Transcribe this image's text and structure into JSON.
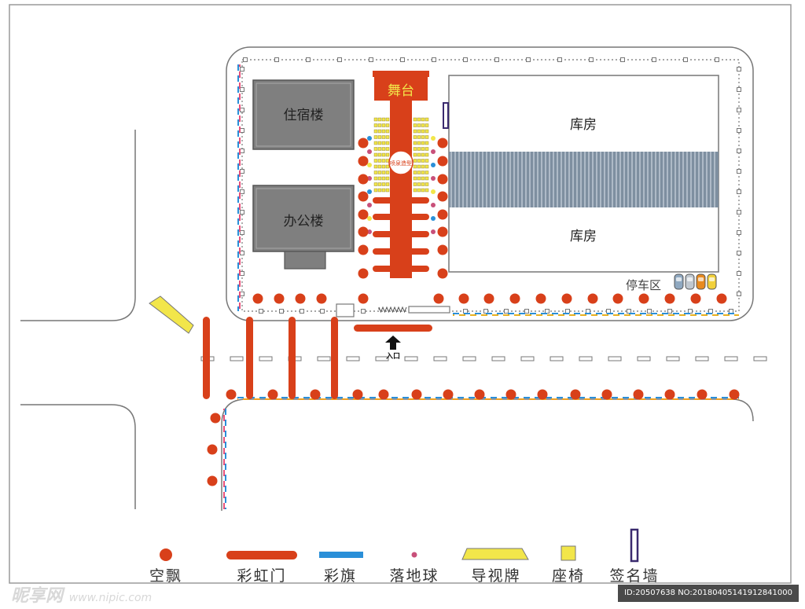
{
  "buildings": {
    "dormitory": "住宿楼",
    "office": "办公楼",
    "warehouse_top": "库房",
    "warehouse_bottom": "库房"
  },
  "stage": {
    "label": "舞台",
    "center_label": "喷泉造型"
  },
  "parking": {
    "label": "停车区"
  },
  "entrance": {
    "label": "入口"
  },
  "legend": [
    {
      "key": "balloon",
      "label": "空飘"
    },
    {
      "key": "arch",
      "label": "彩虹门"
    },
    {
      "key": "flag",
      "label": "彩旗"
    },
    {
      "key": "ground_ball",
      "label": "落地球"
    },
    {
      "key": "sign",
      "label": "导视牌"
    },
    {
      "key": "seat",
      "label": "座椅"
    },
    {
      "key": "sign_wall",
      "label": "签名墙"
    }
  ],
  "watermark": {
    "brand": "昵享网",
    "url": "www.nipic.com"
  },
  "image_id": "ID:20507638 NO:20180405141912841000",
  "colors": {
    "red": "#d8401a",
    "yellow": "#f2e64a",
    "blue": "#2a8fd8",
    "gray_building": "#7f7f7f",
    "warehouse_stripe": "#7e8fa0",
    "purple": "#3a2a6e"
  }
}
